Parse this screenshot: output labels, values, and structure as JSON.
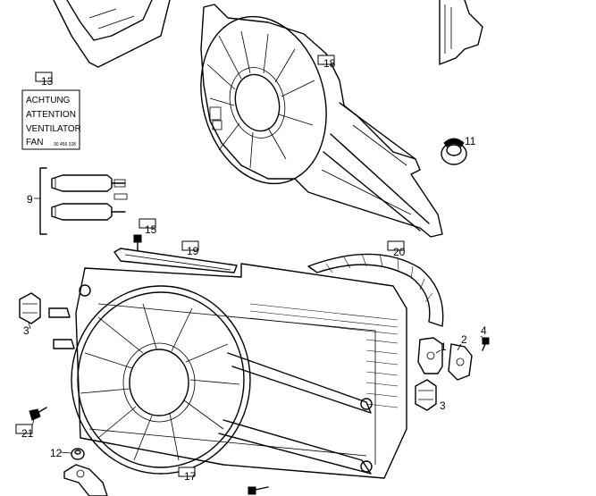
{
  "callouts": {
    "c1": "1",
    "c2": "2",
    "c3a": "3",
    "c3b": "3",
    "c4": "4",
    "c9": "9",
    "c11": "11",
    "c12": "12",
    "c13": "13",
    "c15": "15",
    "c17": "17",
    "c18": "18",
    "c19": "19",
    "c20": "20",
    "c21": "21"
  },
  "warning_label": {
    "line1": "ACHTUNG",
    "line2": "ATTENTION",
    "line3": "VENTILATOR",
    "line4": "FAN",
    "part_no": "90 456 328"
  },
  "colors": {
    "ink": "#000000",
    "paper": "#ffffff"
  }
}
